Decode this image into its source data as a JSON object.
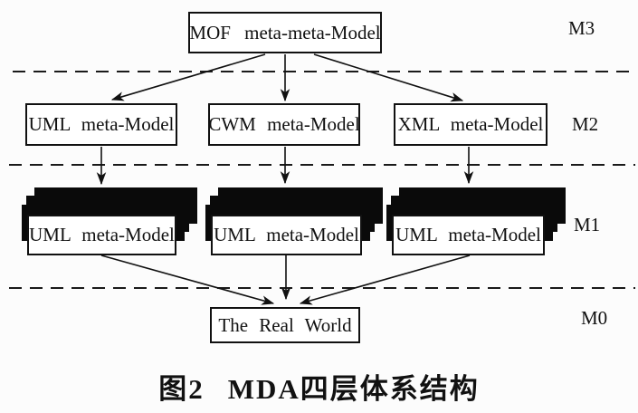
{
  "figure": {
    "caption": {
      "prefix": "图2",
      "title": "MDA四层体系结构"
    },
    "levels": {
      "m3": "M3",
      "m2": "M2",
      "m1": "M1",
      "m0": "M0"
    },
    "nodes": {
      "mof": "MOF meta-meta-Model",
      "uml_meta": "UML meta-Model",
      "cwm_meta": "CWM meta-Model",
      "xml_meta": "XML meta-Model",
      "m1_left": "UML meta-Model",
      "m1_mid": "UML meta-Model",
      "m1_right": "UML meta-Model",
      "real_world": "The Real World"
    },
    "colors": {
      "ink": "#111111",
      "box_fill": "#ffffff",
      "stack_fill": "#0a0a0a",
      "background": "#fcfcfc"
    }
  }
}
